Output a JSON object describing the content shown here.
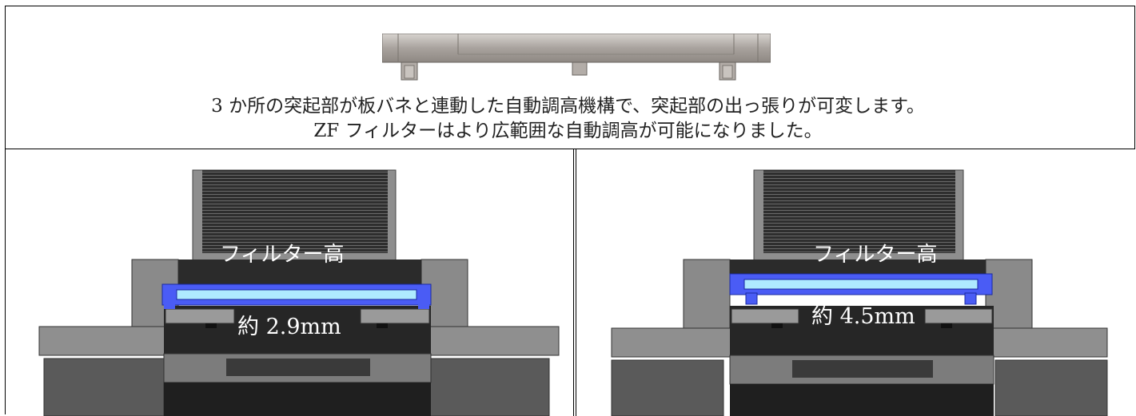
{
  "caption": {
    "line1": "3 か所の突起部が板バネと連動した自動調高機構で、突起部の出っ張りが可変します。",
    "line2": "ZF フィルターはより広範囲な自動調高が可能になりました。"
  },
  "panels": [
    {
      "filter_label": "フィルター高",
      "height_label": "約 2.9mm"
    },
    {
      "filter_label": "フィルター高",
      "height_label": "約 4.5mm"
    }
  ],
  "colors": {
    "filter_blue": "#4a5cf5",
    "glass_cyan": "#aeeaff",
    "body_gray": "#8a8a8a",
    "dark_gray": "#2a2a2a"
  }
}
